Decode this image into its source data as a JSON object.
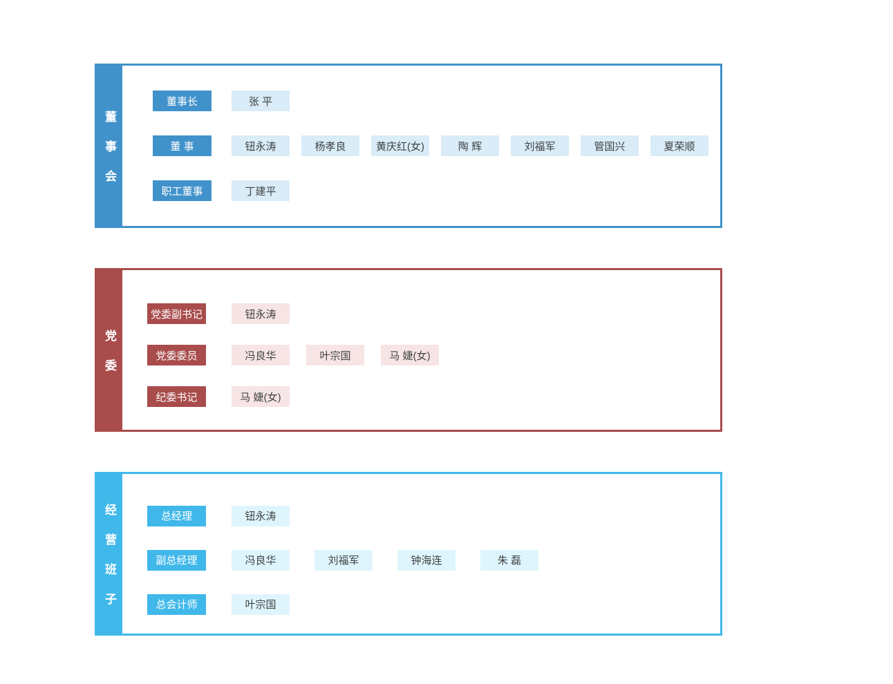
{
  "page": {
    "background_color": "#ffffff",
    "text_color": "#3f4245"
  },
  "sections": [
    {
      "id": "board-of-directors",
      "label": "董事会",
      "accent_color": "#4192cb",
      "name_bg_color": "#d9ecf7",
      "rows": [
        {
          "role": "董事长",
          "names": [
            "张 平"
          ]
        },
        {
          "role": "董 事",
          "names": [
            "钮永涛",
            "杨孝良",
            "黄庆红(女)",
            "陶 辉",
            "刘福军",
            "管国兴",
            "夏荣顺"
          ]
        },
        {
          "role": "职工董事",
          "names": [
            "丁建平"
          ]
        }
      ]
    },
    {
      "id": "party-committee",
      "label": "党委",
      "accent_color": "#a94c4c",
      "name_bg_color": "#f7e4e4",
      "rows": [
        {
          "role": "党委副书记",
          "names": [
            "钮永涛"
          ]
        },
        {
          "role": "党委委员",
          "names": [
            "冯良华",
            "叶宗国",
            "马 婕(女)"
          ]
        },
        {
          "role": "纪委书记",
          "names": [
            "马 婕(女)"
          ]
        }
      ]
    },
    {
      "id": "management-team",
      "label": "经营班子",
      "accent_color": "#41b8ea",
      "name_bg_color": "#dff5fd",
      "rows": [
        {
          "role": "总经理",
          "names": [
            "钮永涛"
          ]
        },
        {
          "role": "副总经理",
          "names": [
            "冯良华",
            "刘福军",
            "钟海连",
            "朱 磊"
          ]
        },
        {
          "role": "总会计师",
          "names": [
            "叶宗国"
          ]
        }
      ]
    }
  ]
}
